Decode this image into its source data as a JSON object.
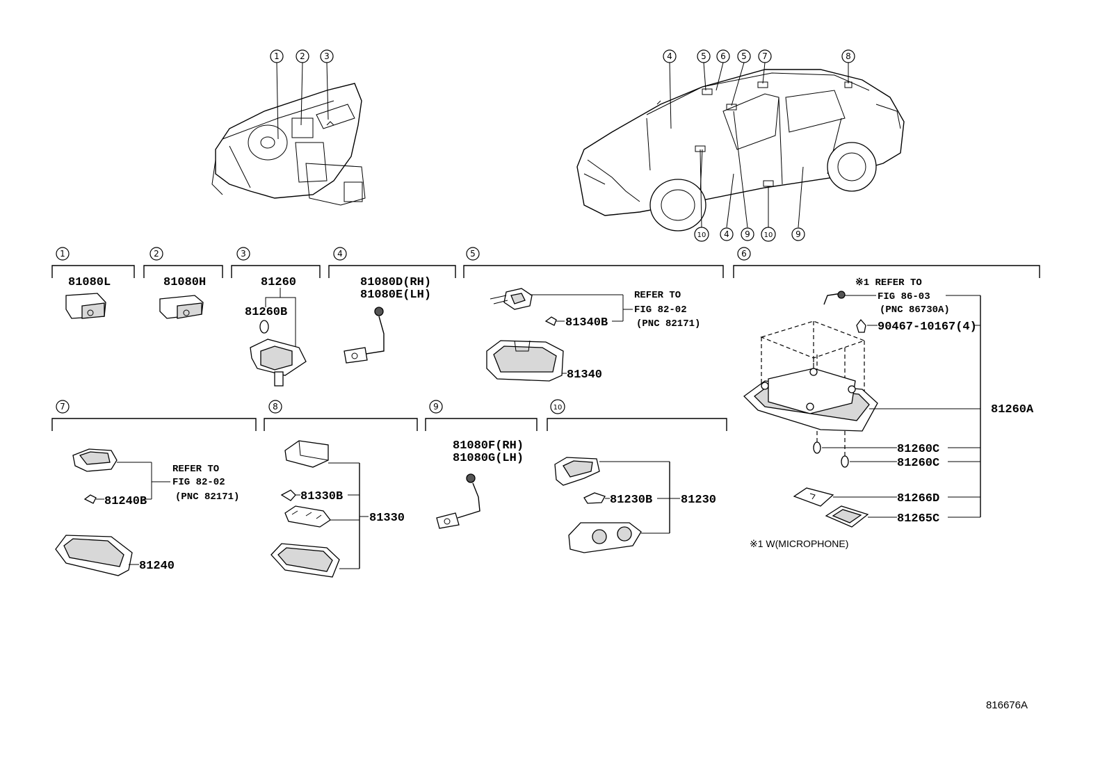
{
  "callouts_dash": [
    "1",
    "2",
    "3"
  ],
  "callouts_car_top": [
    "4",
    "5",
    "6",
    "5",
    "7",
    "8"
  ],
  "callouts_car_bottom": [
    "10",
    "4",
    "9",
    "10",
    "9"
  ],
  "groups": [
    {
      "num": "1",
      "parts": [
        "81080L"
      ]
    },
    {
      "num": "2",
      "parts": [
        "81080H"
      ]
    },
    {
      "num": "3",
      "parts": [
        "81260",
        "81260B"
      ]
    },
    {
      "num": "4",
      "parts": [
        "81080D(RH)",
        "81080E(LH)"
      ]
    },
    {
      "num": "5",
      "parts": [
        "81340B",
        "81340"
      ],
      "ref": [
        "REFER TO",
        "FIG 82-02",
        "(PNC 82171)"
      ]
    },
    {
      "num": "6",
      "parts": [
        "90467-10167(4)",
        "81260A",
        "81260C",
        "81260C",
        "81266D",
        "81265C"
      ],
      "ref": [
        "※1 REFER TO",
        "FIG 86-03",
        "(PNC 86730A)"
      ],
      "note": "※1 W(MICROPHONE)"
    },
    {
      "num": "7",
      "parts": [
        "81240B",
        "81240"
      ],
      "ref": [
        "REFER TO",
        "FIG 82-02",
        "(PNC 82171)"
      ]
    },
    {
      "num": "8",
      "parts": [
        "81330B",
        "81330"
      ]
    },
    {
      "num": "9",
      "parts": [
        "81080F(RH)",
        "81080G(LH)"
      ]
    },
    {
      "num": "10",
      "parts": [
        "81230B",
        "81230"
      ]
    }
  ],
  "figure_id": "816676A"
}
